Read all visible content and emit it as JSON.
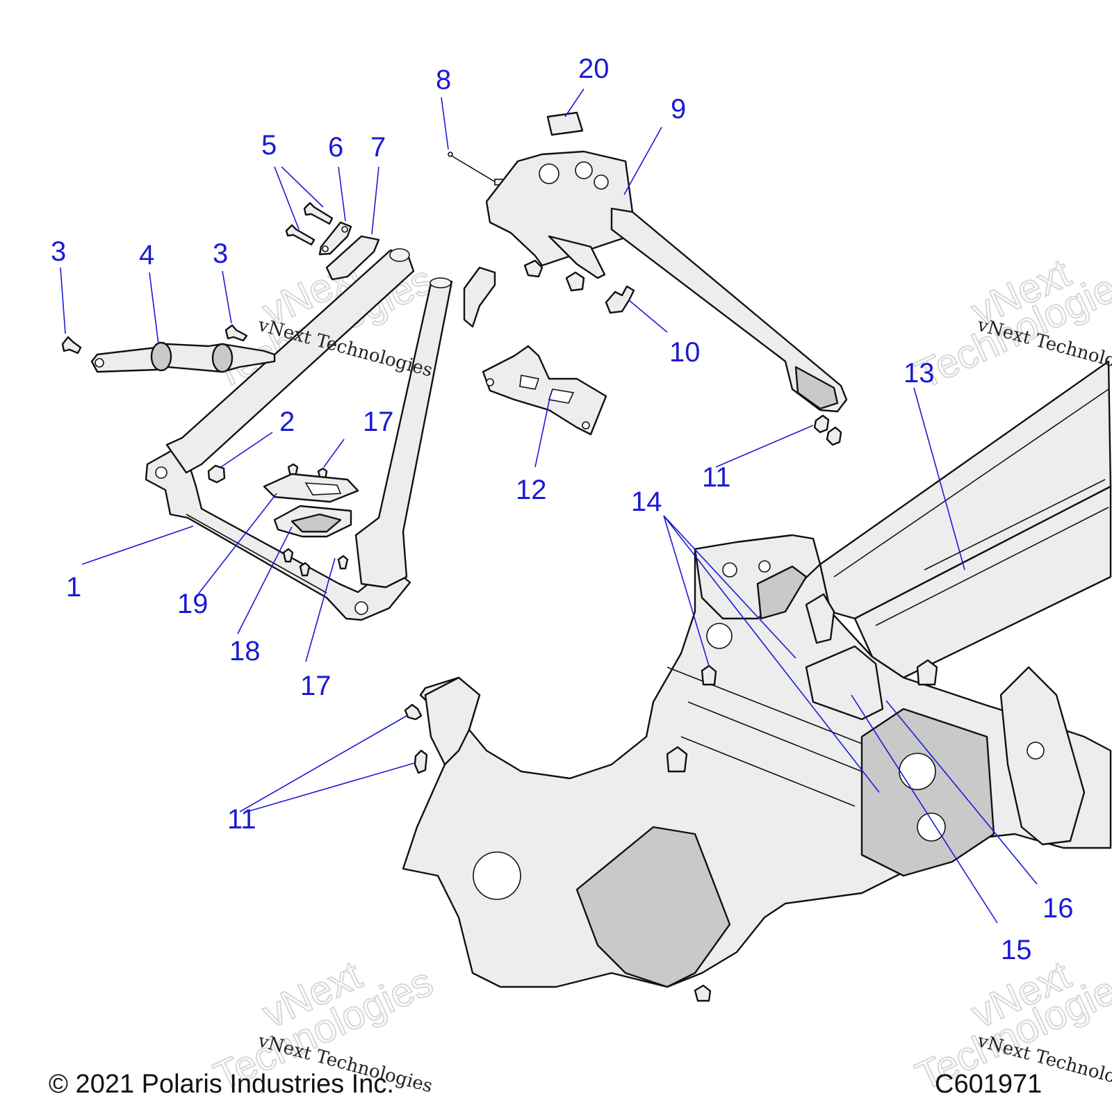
{
  "copyright": "© 2021 Polaris Industries Inc.",
  "figure_id": "C601971",
  "watermark": {
    "line1": "vNext",
    "line2": "Technologies",
    "small": "vNext Technologies"
  },
  "callouts": {
    "c1": "1",
    "c2": "2",
    "c3a": "3",
    "c3b": "3",
    "c4": "4",
    "c5": "5",
    "c6": "6",
    "c7": "7",
    "c8": "8",
    "c9": "9",
    "c10": "10",
    "c11a": "11",
    "c11b": "11",
    "c12": "12",
    "c13": "13",
    "c14": "14",
    "c15": "15",
    "c16": "16",
    "c17a": "17",
    "c17b": "17",
    "c18": "18",
    "c19": "19",
    "c20": "20"
  },
  "colors": {
    "callout": "#1a1ad6",
    "line": "#111111",
    "part_fill": "#ededed",
    "shade": "#c9c9c9"
  }
}
